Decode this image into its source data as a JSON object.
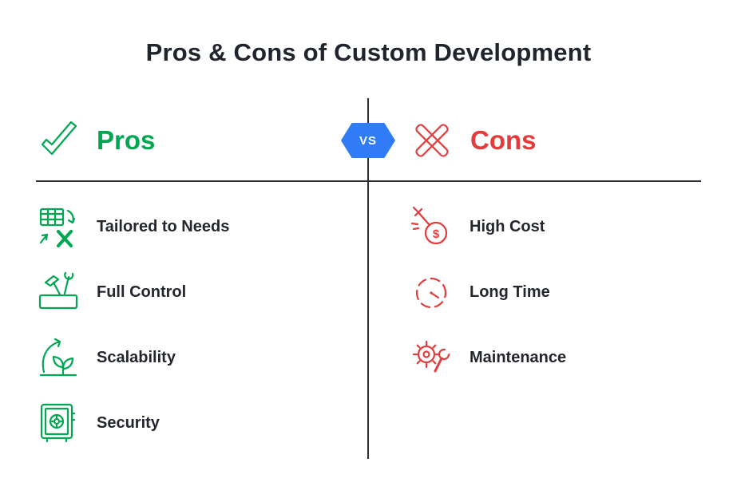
{
  "title": "Pros & Cons of Custom Development",
  "vs_badge": {
    "label": "VS",
    "color": "#2f7cf6"
  },
  "colors": {
    "green": "#00a651",
    "red": "#e23c3c",
    "blue": "#2f7cf6",
    "text": "#23262d",
    "line": "#2b2e34"
  },
  "left": {
    "header": {
      "label": "Pros",
      "icon": "check-icon"
    },
    "items": [
      {
        "label": "Tailored to Needs",
        "icon": "spreadsheet-x-icon"
      },
      {
        "label": "Full Control",
        "icon": "toolbox-icon"
      },
      {
        "label": "Scalability",
        "icon": "growth-plant-icon"
      },
      {
        "label": "Security",
        "icon": "safe-icon"
      }
    ]
  },
  "right": {
    "header": {
      "label": "Cons",
      "icon": "cross-icon"
    },
    "items": [
      {
        "label": "High Cost",
        "icon": "sword-dollar-icon"
      },
      {
        "label": "Long Time",
        "icon": "dashed-clock-icon"
      },
      {
        "label": "Maintenance",
        "icon": "gear-wrench-icon"
      }
    ]
  }
}
